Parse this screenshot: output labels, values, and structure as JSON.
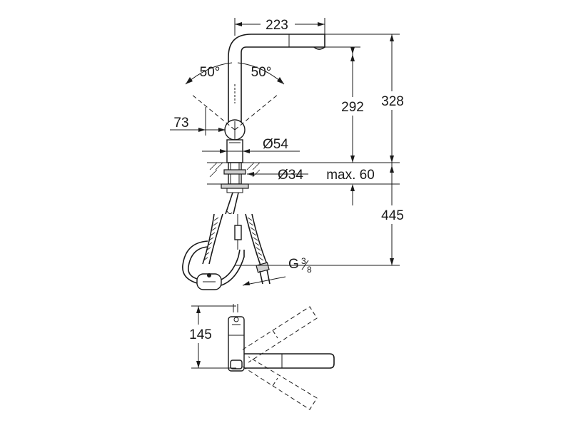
{
  "dimensions": {
    "spout_reach": "223",
    "swivel_left": "50°",
    "swivel_right": "50°",
    "body_offset": "73",
    "body_diameter": "Ø54",
    "outlet_height": "292",
    "total_height": "328",
    "hole_diameter": "Ø34",
    "max_thickness": "max. 60",
    "hose_length": "445",
    "connection": "G",
    "connection_sup": "3",
    "connection_sub": "8",
    "plan_depth": "145"
  }
}
